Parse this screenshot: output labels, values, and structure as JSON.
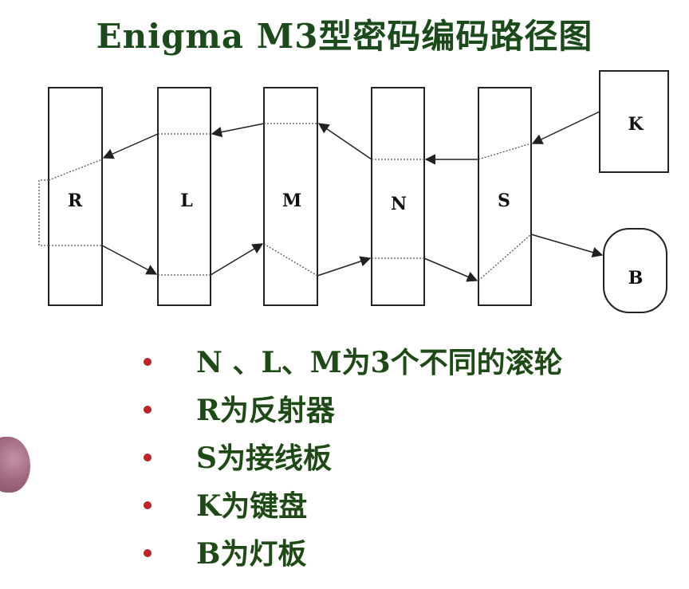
{
  "title": "Enigma M3型密码编码路径图",
  "diagram": {
    "boxes": [
      {
        "id": "R",
        "label": "R"
      },
      {
        "id": "L",
        "label": "L"
      },
      {
        "id": "M",
        "label": "M"
      },
      {
        "id": "N",
        "label": "N"
      },
      {
        "id": "S",
        "label": "S"
      },
      {
        "id": "K",
        "label": "K"
      },
      {
        "id": "B",
        "label": "B"
      }
    ]
  },
  "bullets": [
    {
      "text": "N 、L、M为3个不同的滚轮"
    },
    {
      "text": "R为反射器"
    },
    {
      "text": "S为接线板"
    },
    {
      "text": "K为键盘"
    },
    {
      "text": "B为灯板"
    }
  ],
  "colors": {
    "title": "#1b4a1b",
    "bullet_text": "#1e4a16",
    "bullet_dot": "#c0222a"
  }
}
